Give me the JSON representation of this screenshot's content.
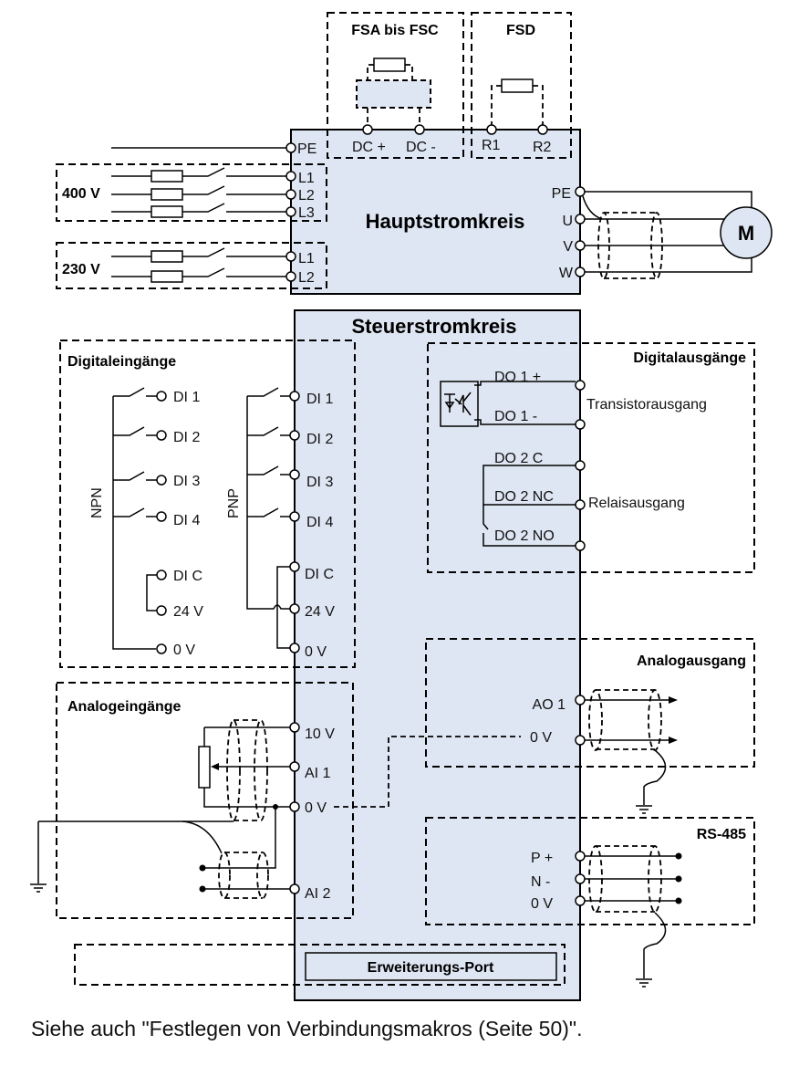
{
  "main_circuit": {
    "title": "Hauptstromkreis",
    "braking_groups": [
      {
        "title": "FSA bis FSC",
        "terminals": [
          "DC +",
          "DC -"
        ]
      },
      {
        "title": "FSD",
        "terminals": [
          "R1",
          "R2"
        ]
      }
    ],
    "pe_in": "PE",
    "supply": [
      {
        "label": "400 V",
        "terminals": [
          "L1",
          "L2",
          "L3"
        ]
      },
      {
        "label": "230 V",
        "terminals": [
          "L1",
          "L2"
        ]
      }
    ],
    "motor_terminals": [
      "PE",
      "U",
      "V",
      "W"
    ],
    "motor_label": "M"
  },
  "control_circuit": {
    "title": "Steuerstromkreis",
    "digital_inputs": {
      "title": "Digitaleingänge",
      "npn_label": "NPN",
      "pnp_label": "PNP",
      "terminals": [
        "DI 1",
        "DI 2",
        "DI 3",
        "DI 4",
        "DI C",
        "24 V",
        "0 V"
      ]
    },
    "digital_outputs": {
      "title": "Digitalausgänge",
      "terminals": [
        "DO 1 +",
        "DO 1 -",
        "DO 2 C",
        "DO 2 NC",
        "DO 2 NO"
      ],
      "transistor_label": "Transistorausgang",
      "relay_label": "Relaisausgang"
    },
    "analog_inputs": {
      "title": "Analogeingänge",
      "terminals": [
        "10 V",
        "AI 1",
        "0 V",
        "AI 2"
      ]
    },
    "analog_output": {
      "title": "Analogausgang",
      "terminals": [
        "AO 1",
        "0 V"
      ]
    },
    "rs485": {
      "title": "RS-485",
      "terminals": [
        "P +",
        "N -",
        "0 V"
      ]
    },
    "expansion_port": "Erweiterungs-Port"
  },
  "footnote": "Siehe auch \"Festlegen von Verbindungsmakros (Seite 50)\"."
}
